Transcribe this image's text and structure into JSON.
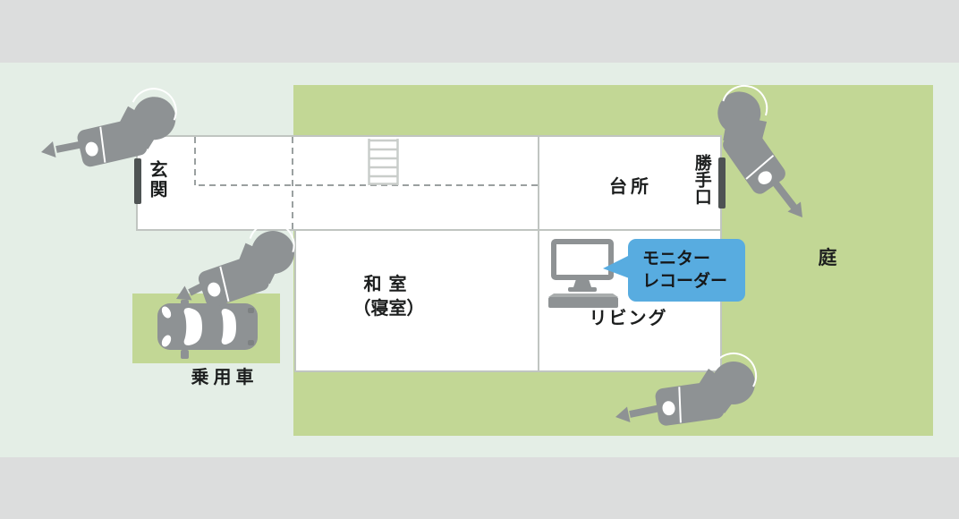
{
  "diagram_title": "home-security-camera-floor-plan",
  "colors": {
    "background": "#e4eee6",
    "band_gray": "#dcdddd",
    "yard_green": "#c2d795",
    "camera_gray": "#8e9294",
    "door_dark": "#4e5353",
    "wall_gray": "#c0c5c1",
    "callout_blue": "#58ace0",
    "text_black": "#1c1e1e",
    "white": "#ffffff"
  },
  "rooms": {
    "entrance": "玄関",
    "kitchen": "台所",
    "back_door": "勝手口",
    "japanese_room_line1": "和室",
    "japanese_room_line2": "（寝室）",
    "living": "リビング"
  },
  "outdoor": {
    "yard": "庭",
    "car": "乗用車"
  },
  "callout": {
    "line1": "モニター",
    "line2": "レコーダー"
  },
  "icons": {
    "camera": "security-camera-icon",
    "arrow": "view-direction-arrow-icon",
    "car": "car-top-view-icon",
    "monitor_recorder": "monitor-recorder-icon",
    "stairs": "staircase-icon",
    "door": "door-position-bar"
  }
}
